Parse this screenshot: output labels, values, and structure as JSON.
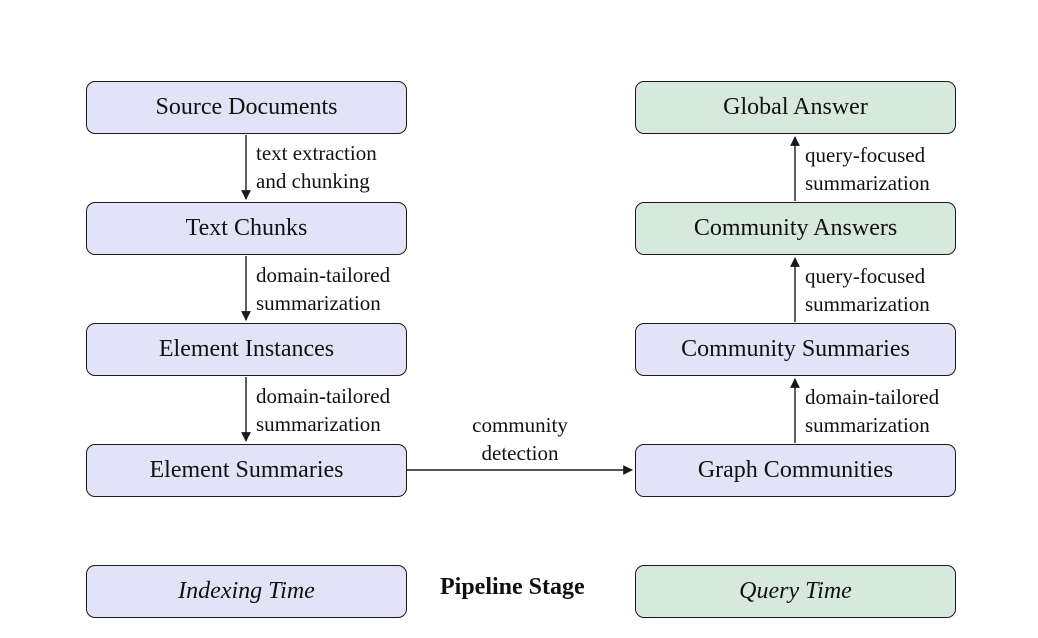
{
  "indexing": {
    "source_documents": "Source Documents",
    "text_chunks": "Text Chunks",
    "element_instances": "Element Instances",
    "element_summaries": "Element Summaries"
  },
  "query": {
    "graph_communities": "Graph Communities",
    "community_summaries": "Community Summaries",
    "community_answers": "Community Answers",
    "global_answer": "Global Answer"
  },
  "edges": {
    "text_extraction": [
      "text extraction",
      "and chunking"
    ],
    "domain_tailored_1": [
      "domain-tailored",
      "summarization"
    ],
    "domain_tailored_2": [
      "domain-tailored",
      "summarization"
    ],
    "community_detection": [
      "community",
      "detection"
    ],
    "domain_tailored_3": [
      "domain-tailored",
      "summarization"
    ],
    "query_focused_1": [
      "query-focused",
      "summarization"
    ],
    "query_focused_2": [
      "query-focused",
      "summarization"
    ]
  },
  "legend": {
    "indexing_time": "Indexing Time",
    "pipeline_stage": "Pipeline Stage",
    "query_time": "Query Time"
  },
  "colors": {
    "indexing_fill": "#e3e3f8",
    "query_fill": "#d6e9dc",
    "border": "#1a1a1a"
  }
}
